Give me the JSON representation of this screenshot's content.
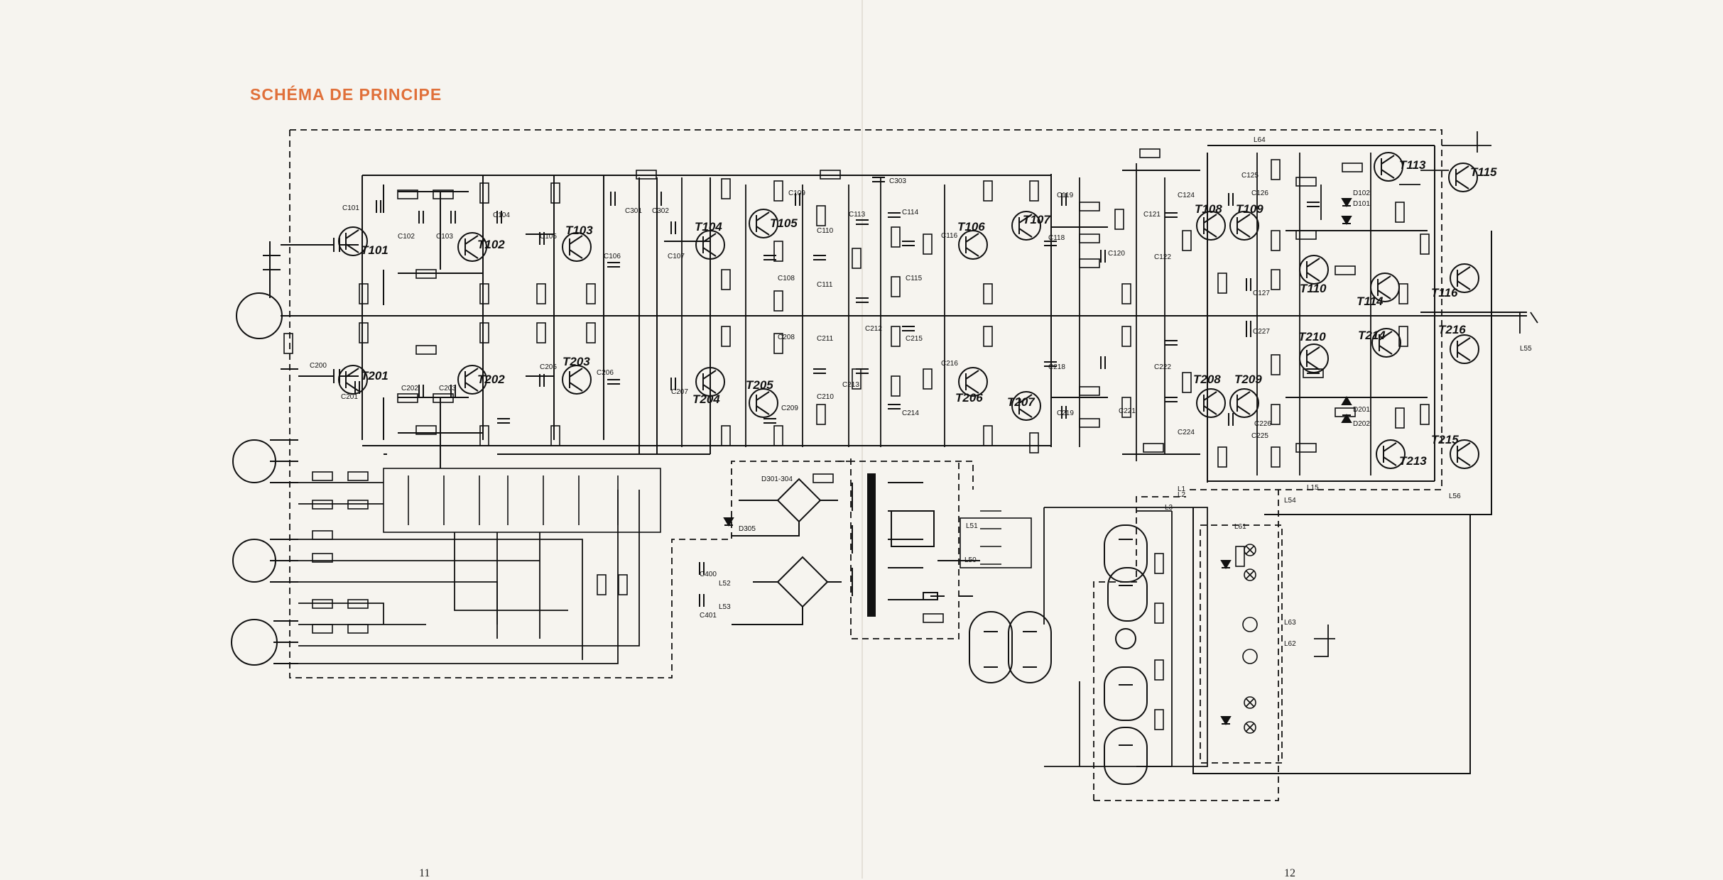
{
  "title": "SCHÉMA DE PRINCIPE",
  "page_numbers": {
    "left": "11",
    "right": "12"
  },
  "colors": {
    "title": "#e0703a",
    "ink": "#111111",
    "paper": "#f6f4ef"
  },
  "transistors": [
    {
      "id": "t101",
      "label": "T101"
    },
    {
      "id": "t102",
      "label": "T102"
    },
    {
      "id": "t103",
      "label": "T103"
    },
    {
      "id": "t104",
      "label": "T104"
    },
    {
      "id": "t105",
      "label": "T105"
    },
    {
      "id": "t106",
      "label": "T106"
    },
    {
      "id": "t107",
      "label": "T107"
    },
    {
      "id": "t108",
      "label": "T108"
    },
    {
      "id": "t109",
      "label": "T109"
    },
    {
      "id": "t110",
      "label": "T110"
    },
    {
      "id": "t113",
      "label": "T113"
    },
    {
      "id": "t114",
      "label": "T114"
    },
    {
      "id": "t115",
      "label": "T115"
    },
    {
      "id": "t116",
      "label": "T116"
    },
    {
      "id": "t201",
      "label": "T201"
    },
    {
      "id": "t202",
      "label": "T202"
    },
    {
      "id": "t203",
      "label": "T203"
    },
    {
      "id": "t204",
      "label": "T204"
    },
    {
      "id": "t205",
      "label": "T205"
    },
    {
      "id": "t206",
      "label": "T206"
    },
    {
      "id": "t207",
      "label": "T207"
    },
    {
      "id": "t208",
      "label": "T208"
    },
    {
      "id": "t209",
      "label": "T209"
    },
    {
      "id": "t210",
      "label": "T210"
    },
    {
      "id": "t213",
      "label": "T213"
    },
    {
      "id": "t214",
      "label": "T214"
    },
    {
      "id": "t215",
      "label": "T215"
    },
    {
      "id": "t216",
      "label": "T216"
    }
  ],
  "components": [
    {
      "id": "c101",
      "label": "C101"
    },
    {
      "id": "c102",
      "label": "C102"
    },
    {
      "id": "c103",
      "label": "C103"
    },
    {
      "id": "c104",
      "label": "C104"
    },
    {
      "id": "c105",
      "label": "C105"
    },
    {
      "id": "c106",
      "label": "C106"
    },
    {
      "id": "c107",
      "label": "C107"
    },
    {
      "id": "c108",
      "label": "C108"
    },
    {
      "id": "c109",
      "label": "C109"
    },
    {
      "id": "c110",
      "label": "C110"
    },
    {
      "id": "c111",
      "label": "C111"
    },
    {
      "id": "c113",
      "label": "C113"
    },
    {
      "id": "c114",
      "label": "C114"
    },
    {
      "id": "c115",
      "label": "C115"
    },
    {
      "id": "c116",
      "label": "C116"
    },
    {
      "id": "c118",
      "label": "C118"
    },
    {
      "id": "c119",
      "label": "C119"
    },
    {
      "id": "c120",
      "label": "C120"
    },
    {
      "id": "c121",
      "label": "C121"
    },
    {
      "id": "c122",
      "label": "C122"
    },
    {
      "id": "c124",
      "label": "C124"
    },
    {
      "id": "c125",
      "label": "C125"
    },
    {
      "id": "c126",
      "label": "C126"
    },
    {
      "id": "c127",
      "label": "C127"
    },
    {
      "id": "c200",
      "label": "C200"
    },
    {
      "id": "c201",
      "label": "C201"
    },
    {
      "id": "c202",
      "label": "C202"
    },
    {
      "id": "c203",
      "label": "C203"
    },
    {
      "id": "c205",
      "label": "C205"
    },
    {
      "id": "c206",
      "label": "C206"
    },
    {
      "id": "c207",
      "label": "C207"
    },
    {
      "id": "c208",
      "label": "C208"
    },
    {
      "id": "c209",
      "label": "C209"
    },
    {
      "id": "c210",
      "label": "C210"
    },
    {
      "id": "c211",
      "label": "C211"
    },
    {
      "id": "c212",
      "label": "C212"
    },
    {
      "id": "c213",
      "label": "C213"
    },
    {
      "id": "c214",
      "label": "C214"
    },
    {
      "id": "c215",
      "label": "C215"
    },
    {
      "id": "c216",
      "label": "C216"
    },
    {
      "id": "c218",
      "label": "C218"
    },
    {
      "id": "c219",
      "label": "C219"
    },
    {
      "id": "c221",
      "label": "C221"
    },
    {
      "id": "c222",
      "label": "C222"
    },
    {
      "id": "c224",
      "label": "C224"
    },
    {
      "id": "c225",
      "label": "C225"
    },
    {
      "id": "c226",
      "label": "C226"
    },
    {
      "id": "c227",
      "label": "C227"
    },
    {
      "id": "c301",
      "label": "C301"
    },
    {
      "id": "c302",
      "label": "C302"
    },
    {
      "id": "c303",
      "label": "C303"
    },
    {
      "id": "c400",
      "label": "C400"
    },
    {
      "id": "c401",
      "label": "C401"
    }
  ],
  "diodes": [
    {
      "id": "d101",
      "label": "D101"
    },
    {
      "id": "d102",
      "label": "D102"
    },
    {
      "id": "d201",
      "label": "D201"
    },
    {
      "id": "d202",
      "label": "D202"
    },
    {
      "id": "d301",
      "label": "D301-304"
    },
    {
      "id": "d305",
      "label": "D305"
    }
  ],
  "lugs": [
    {
      "id": "l1",
      "label": "L1"
    },
    {
      "id": "l2",
      "label": "L2"
    },
    {
      "id": "l3",
      "label": "L3"
    },
    {
      "id": "l15",
      "label": "L15"
    },
    {
      "id": "l50",
      "label": "L50"
    },
    {
      "id": "l51",
      "label": "L51"
    },
    {
      "id": "l52",
      "label": "L52"
    },
    {
      "id": "l53",
      "label": "L53"
    },
    {
      "id": "l54",
      "label": "L54"
    },
    {
      "id": "l55",
      "label": "L55"
    },
    {
      "id": "l56",
      "label": "L56"
    },
    {
      "id": "l61",
      "label": "L61"
    },
    {
      "id": "l62",
      "label": "L62"
    },
    {
      "id": "l63",
      "label": "L63"
    },
    {
      "id": "l64",
      "label": "L64"
    }
  ]
}
